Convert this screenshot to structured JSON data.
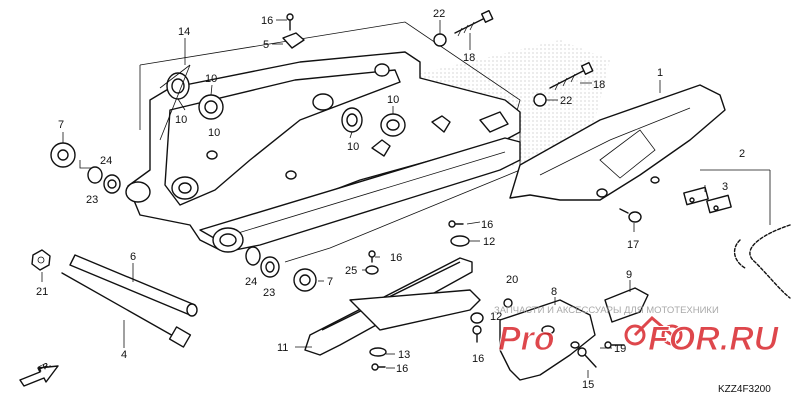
{
  "diagram_code": "KZZ4F3200",
  "direction_label": "FR.",
  "watermark": {
    "brand_left": "Pro",
    "brand_right": "FOR.RU",
    "tagline": "ЗАПЧАСТИ И АКСЕССУАРЫ ДЛЯ МОТОТЕХНИКИ",
    "color": "#d9272d"
  },
  "callouts": [
    {
      "id": "c16a",
      "text": "16"
    },
    {
      "id": "c5",
      "text": "5"
    },
    {
      "id": "c22a",
      "text": "22"
    },
    {
      "id": "c18a",
      "text": "18"
    },
    {
      "id": "c14",
      "text": "14"
    },
    {
      "id": "c10a",
      "text": "10"
    },
    {
      "id": "c10b",
      "text": "10"
    },
    {
      "id": "c10c",
      "text": "10"
    },
    {
      "id": "c10d",
      "text": "10"
    },
    {
      "id": "c10e",
      "text": "10"
    },
    {
      "id": "c18b",
      "text": "18"
    },
    {
      "id": "c22b",
      "text": "22"
    },
    {
      "id": "c1",
      "text": "1"
    },
    {
      "id": "c7a",
      "text": "7"
    },
    {
      "id": "c24a",
      "text": "24"
    },
    {
      "id": "c23a",
      "text": "23"
    },
    {
      "id": "c2",
      "text": "2"
    },
    {
      "id": "c3",
      "text": "3"
    },
    {
      "id": "c16b",
      "text": "16"
    },
    {
      "id": "c12a",
      "text": "12"
    },
    {
      "id": "c17",
      "text": "17"
    },
    {
      "id": "c6",
      "text": "6"
    },
    {
      "id": "c16c",
      "text": "16"
    },
    {
      "id": "c25",
      "text": "25"
    },
    {
      "id": "c7b",
      "text": "7"
    },
    {
      "id": "c24b",
      "text": "24"
    },
    {
      "id": "c23b",
      "text": "23"
    },
    {
      "id": "c21",
      "text": "21"
    },
    {
      "id": "c20",
      "text": "20"
    },
    {
      "id": "c9",
      "text": "9"
    },
    {
      "id": "c8",
      "text": "8"
    },
    {
      "id": "c12b",
      "text": "12"
    },
    {
      "id": "c4",
      "text": "4"
    },
    {
      "id": "c11",
      "text": "11"
    },
    {
      "id": "c13",
      "text": "13"
    },
    {
      "id": "c16d",
      "text": "16"
    },
    {
      "id": "c16e",
      "text": "16"
    },
    {
      "id": "c19",
      "text": "19"
    },
    {
      "id": "c15",
      "text": "15"
    }
  ]
}
